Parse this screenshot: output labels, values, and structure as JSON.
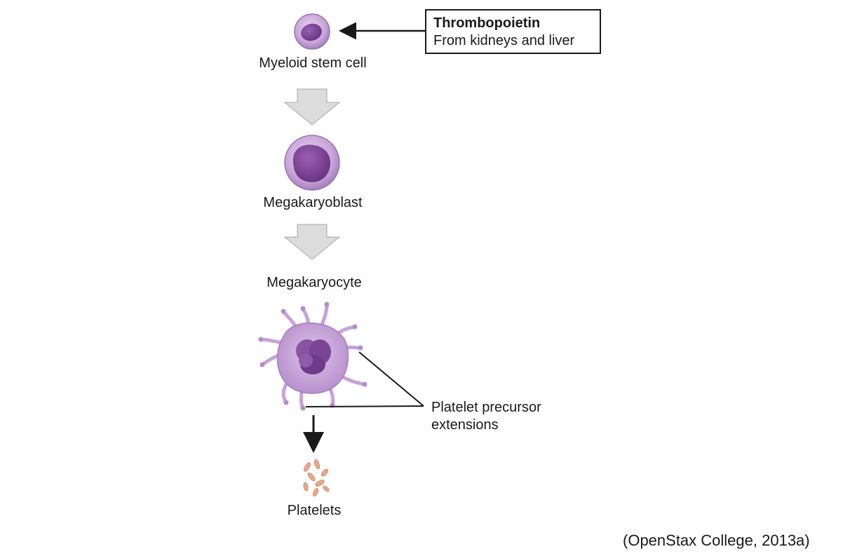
{
  "stages": {
    "stem_cell": "Myeloid stem cell",
    "megakaryoblast": "Megakaryoblast",
    "megakaryocyte": "Megakaryocyte",
    "platelets": "Platelets"
  },
  "thrombopoietin": {
    "title": "Thrombopoietin",
    "source": "From kidneys and liver"
  },
  "annotation": {
    "line1": "Platelet precursor",
    "line2": "extensions"
  },
  "citation": "(OpenStax College, 2013a)",
  "colors": {
    "cell_cytoplasm": "#c9a6d9",
    "cell_nucleus": "#7f4597",
    "platelet": "#e8a98c",
    "step_arrow": "#d9d9d9"
  }
}
